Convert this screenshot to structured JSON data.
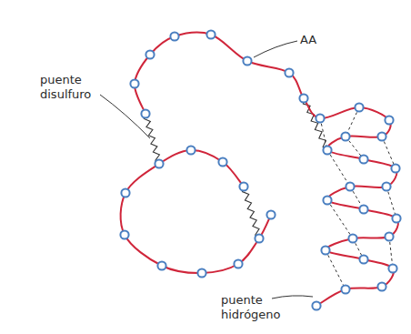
{
  "diagram": {
    "labels": [
      "AA",
      "puente disulfuro",
      "puente hidrógeno"
    ]
  }
}
